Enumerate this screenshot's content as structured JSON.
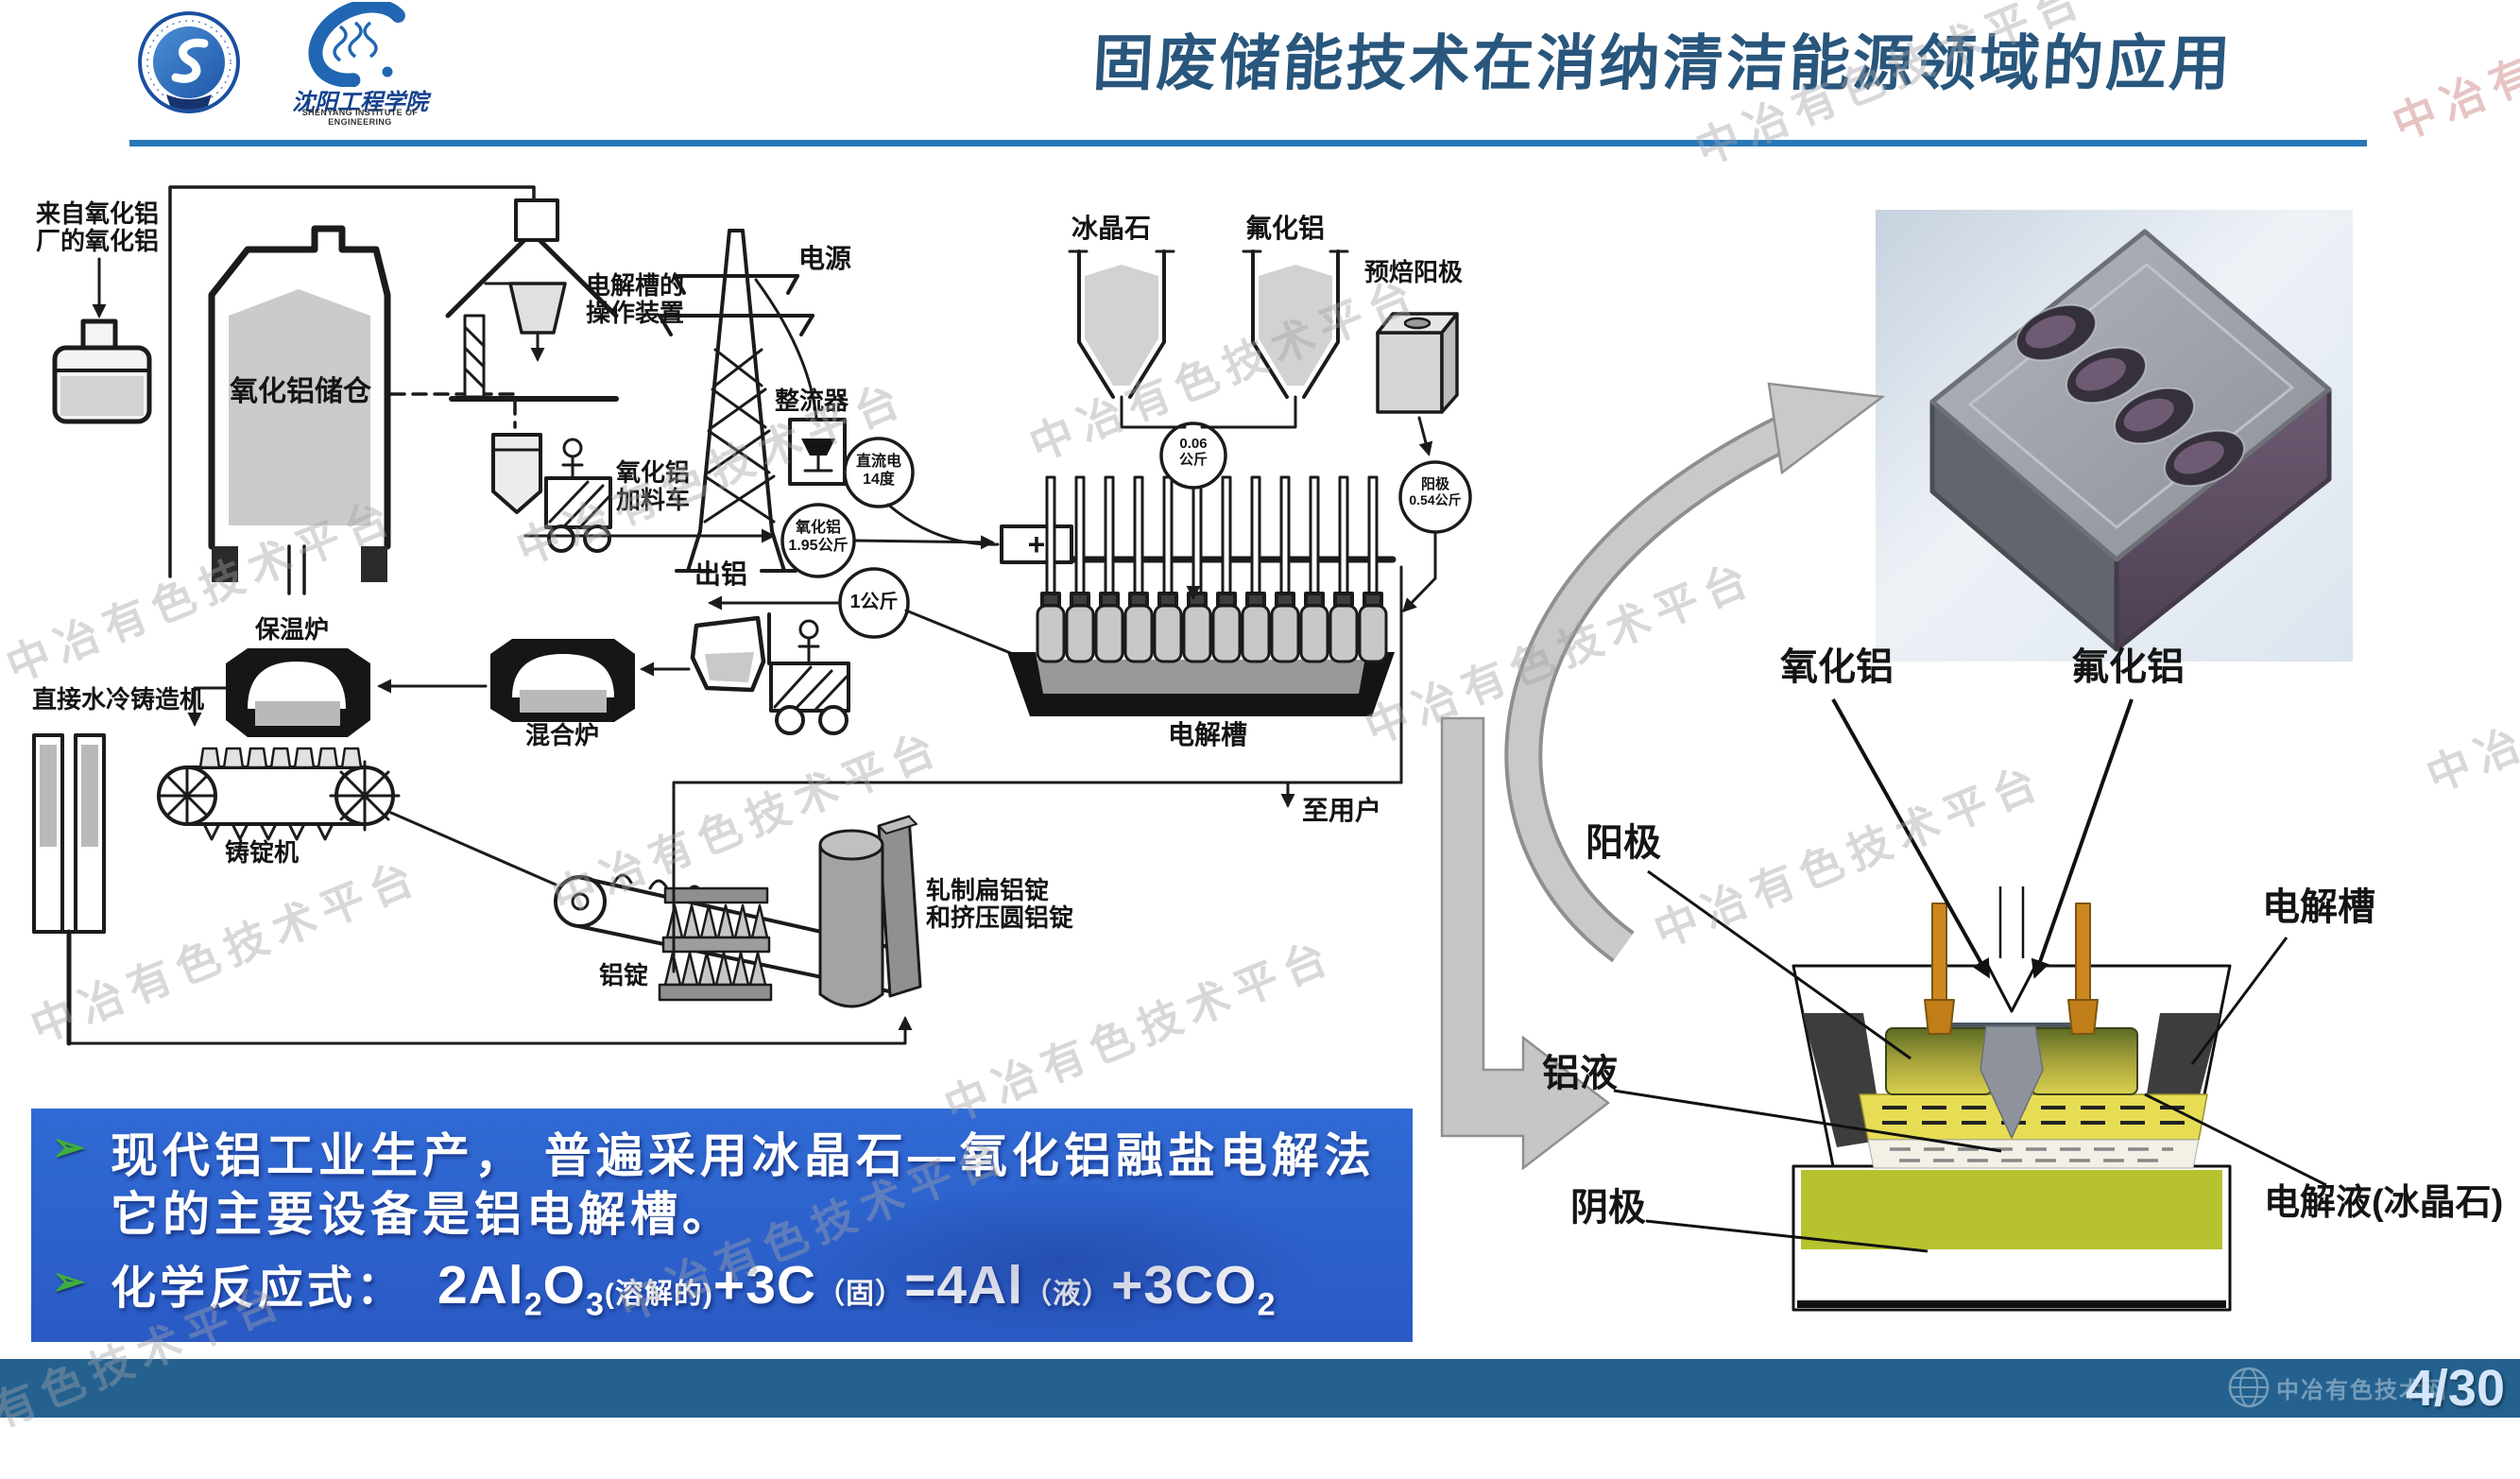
{
  "header": {
    "title": "固废储能技术在消纳清洁能源领域的应用",
    "logo2_text": "沈阳工程学院",
    "logo2_sub": "SHENYANG INSTITUTE OF ENGINEERING"
  },
  "watermark": {
    "text": "中冶有色技术平台",
    "corner": "中冶有",
    "footer_site": "中冶有色技术网"
  },
  "flow": {
    "source_l1": "来自氧化铝",
    "source_l2": "厂的氧化铝",
    "silo": "氧化铝储仓",
    "op_l1": "电解槽的",
    "op_l2": "操作装置",
    "power": "电源",
    "rectifier": "整流器",
    "dc_l1": "直流电",
    "dc_l2": "14度",
    "feeder_l1": "氧化铝",
    "feeder_l2": "加料车",
    "alumina_l1": "氧化铝",
    "alumina_l2": "1.95公斤",
    "tapping": "出铝",
    "one_kg": "1公斤",
    "cryolite": "冰晶石",
    "alf3": "氟化铝",
    "feed_l1": "0.06",
    "feed_l2": "公斤",
    "prebaked": "预焙阳极",
    "anode_l1": "阳极",
    "anode_l2": "0.54公斤",
    "cell": "电解槽",
    "plus": "+",
    "holding": "保温炉",
    "mixing": "混合炉",
    "caster": "直接水冷铸造机",
    "ingot_machine": "铸锭机",
    "ingots": "铝锭",
    "rolled_l1": "轧制扁铝锭",
    "rolled_l2": "和挤压圆铝锭",
    "to_user": "至用户"
  },
  "schematic": {
    "alumina": "氧化铝",
    "alf3": "氟化铝",
    "anode": "阳极",
    "cell": "电解槽",
    "al_liquid": "铝液",
    "cathode": "阴极",
    "electrolyte": "电解液(冰晶石)"
  },
  "notes": {
    "bullet": "➢",
    "line1": "现代铝工业生产， 普遍采用冰晶石—氧化铝融盐电解法",
    "line2": "它的主要设备是铝电解槽。",
    "line3_label": "化学反应式：",
    "eq": {
      "t1": "2Al",
      "s1": "2",
      "t2": "O",
      "s2": "3",
      "p1": "(溶解的)",
      "t3": "+",
      "t4": "3C",
      "p2": "（固）",
      "t5": "=",
      "t6": "4Al",
      "p3": "（液）",
      "t7": "+",
      "t8": "3CO",
      "s3": "2"
    }
  },
  "footer": {
    "page": "4/30"
  },
  "colors": {
    "title_blue": "#29567C",
    "divider_blue": "#2878B8",
    "note_box_blue": "#2E63CE",
    "footer_bar_blue": "#24618F",
    "bullet_green": "#3FAE3B",
    "anode_rod_orange": "#CD871F",
    "cathode_olive": "#B7C22F",
    "electrolyte_yellow": "#E6DD55"
  }
}
